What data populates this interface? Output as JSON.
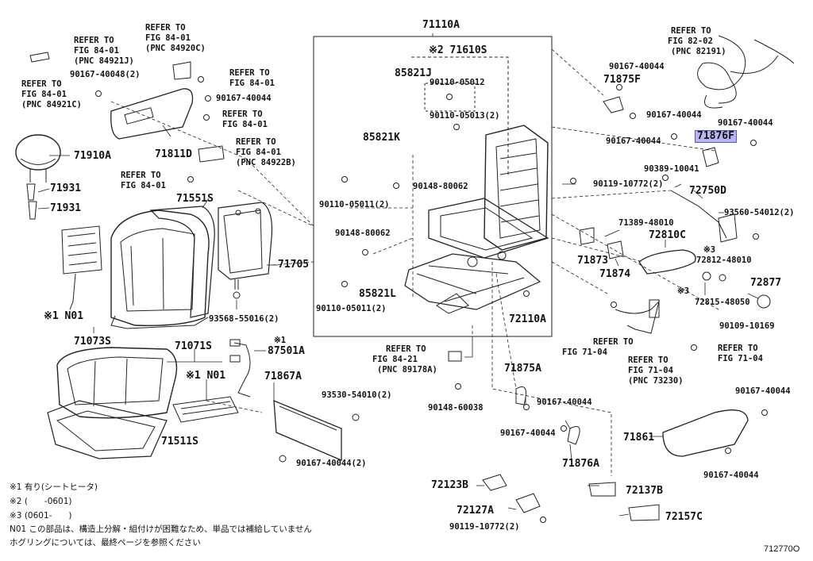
{
  "diagram": {
    "figure_id": "712770O",
    "labels": [
      {
        "key": "l01",
        "text": "REFER TO"
      },
      {
        "key": "l02",
        "text": "FIG 84-01"
      },
      {
        "key": "l03",
        "text": "(PNC 84921J)"
      },
      {
        "key": "l04",
        "text": "REFER TO"
      },
      {
        "key": "l05",
        "text": "FIG 84-01"
      },
      {
        "key": "l06",
        "text": "(PNC 84921C)"
      },
      {
        "key": "l07",
        "text": "90167-40048(2)"
      },
      {
        "key": "l08",
        "text": "REFER TO"
      },
      {
        "key": "l09",
        "text": "FIG 84-01"
      },
      {
        "key": "l10",
        "text": "(PNC 84920C)"
      },
      {
        "key": "l11",
        "text": "REFER TO"
      },
      {
        "key": "l12",
        "text": "FIG 84-01"
      },
      {
        "key": "l13",
        "text": "90167-40044"
      },
      {
        "key": "l14",
        "text": "REFER TO"
      },
      {
        "key": "l15",
        "text": "FIG 84-01"
      },
      {
        "key": "l16",
        "text": "71811D"
      },
      {
        "key": "l17",
        "text": "REFER TO"
      },
      {
        "key": "l18",
        "text": "FIG 84-01"
      },
      {
        "key": "l19",
        "text": "(PNC 84922B)"
      },
      {
        "key": "l20",
        "text": "71910A"
      },
      {
        "key": "l21",
        "text": "REFER TO"
      },
      {
        "key": "l22",
        "text": "FIG 84-01"
      },
      {
        "key": "l23",
        "text": "71931"
      },
      {
        "key": "l24",
        "text": "71931"
      },
      {
        "key": "l25",
        "text": "71551S"
      },
      {
        "key": "l26",
        "text": "71705"
      },
      {
        "key": "l27",
        "text": "※1 N01"
      },
      {
        "key": "l28",
        "text": "93568-55016(2)"
      },
      {
        "key": "l29",
        "text": "71073S"
      },
      {
        "key": "l30",
        "text": "71071S"
      },
      {
        "key": "l31",
        "text": "※1"
      },
      {
        "key": "l32",
        "text": "87501A"
      },
      {
        "key": "l33",
        "text": "※1 N01"
      },
      {
        "key": "l34",
        "text": "71867A"
      },
      {
        "key": "l35",
        "text": "71511S"
      },
      {
        "key": "l36",
        "text": "93530-54010(2)"
      },
      {
        "key": "l37",
        "text": "90167-40044(2)"
      },
      {
        "key": "l38",
        "text": "71110A"
      },
      {
        "key": "l39",
        "text": "※2 71610S"
      },
      {
        "key": "l40",
        "text": "85821J"
      },
      {
        "key": "l41",
        "text": "90110-05012"
      },
      {
        "key": "l42",
        "text": "90110-05013(2)"
      },
      {
        "key": "l43",
        "text": "85821K"
      },
      {
        "key": "l44",
        "text": "90148-80062"
      },
      {
        "key": "l45",
        "text": "90110-05011(2)"
      },
      {
        "key": "l46",
        "text": "90148-80062"
      },
      {
        "key": "l47",
        "text": "85821L"
      },
      {
        "key": "l48",
        "text": "90110-05011(2)"
      },
      {
        "key": "l49",
        "text": "72110A"
      },
      {
        "key": "l50",
        "text": "REFER TO"
      },
      {
        "key": "l51",
        "text": "FIG 84-21"
      },
      {
        "key": "l52",
        "text": "(PNC 89178A)"
      },
      {
        "key": "l53",
        "text": "90148-60038"
      },
      {
        "key": "l54",
        "text": "REFER TO"
      },
      {
        "key": "l55",
        "text": "FIG 82-02"
      },
      {
        "key": "l56",
        "text": "(PNC 82191)"
      },
      {
        "key": "l57",
        "text": "90167-40044"
      },
      {
        "key": "l58",
        "text": "71875F"
      },
      {
        "key": "l59",
        "text": "90167-40044"
      },
      {
        "key": "l60",
        "text": "90167-40044"
      },
      {
        "key": "l61",
        "text": "90167-40044"
      },
      {
        "key": "l62",
        "text": "71876F"
      },
      {
        "key": "l63",
        "text": "90389-10041"
      },
      {
        "key": "l64",
        "text": "90119-10772(2)"
      },
      {
        "key": "l65",
        "text": "72750D"
      },
      {
        "key": "l66",
        "text": "71389-48010"
      },
      {
        "key": "l67",
        "text": "93560-54012(2)"
      },
      {
        "key": "l68",
        "text": "72810C"
      },
      {
        "key": "l69",
        "text": "71873"
      },
      {
        "key": "l70",
        "text": "※3"
      },
      {
        "key": "l71",
        "text": "72812-48010"
      },
      {
        "key": "l72",
        "text": "71874"
      },
      {
        "key": "l73",
        "text": "72877"
      },
      {
        "key": "l74",
        "text": "※3"
      },
      {
        "key": "l75",
        "text": "72815-48050"
      },
      {
        "key": "l76",
        "text": "90109-10169"
      },
      {
        "key": "l77",
        "text": "REFER TO"
      },
      {
        "key": "l78",
        "text": "FIG 71-04"
      },
      {
        "key": "l79",
        "text": "REFER TO"
      },
      {
        "key": "l80",
        "text": "FIG 71-04"
      },
      {
        "key": "l81",
        "text": "REFER TO"
      },
      {
        "key": "l82",
        "text": "FIG 71-04"
      },
      {
        "key": "l83",
        "text": "(PNC 73230)"
      },
      {
        "key": "l84",
        "text": "71875A"
      },
      {
        "key": "l85",
        "text": "90167-40044"
      },
      {
        "key": "l86",
        "text": "90167-40044"
      },
      {
        "key": "l87",
        "text": "71876A"
      },
      {
        "key": "l88",
        "text": "90167-40044"
      },
      {
        "key": "l89",
        "text": "71861"
      },
      {
        "key": "l90",
        "text": "90167-40044"
      },
      {
        "key": "l91",
        "text": "72123B"
      },
      {
        "key": "l92",
        "text": "72137B"
      },
      {
        "key": "l93",
        "text": "72127A"
      },
      {
        "key": "l94",
        "text": "90119-10772(2)"
      },
      {
        "key": "l95",
        "text": "72157C"
      }
    ],
    "notes": [
      "※1 有り(シートヒータ)",
      "※2 (　　-0601)",
      "※3 (0601-　　)",
      "N01 この部品は、構造上分解・組付けが困難なため、単品では補給していません",
      "ホグリングについては、最終ページを参照ください"
    ]
  }
}
